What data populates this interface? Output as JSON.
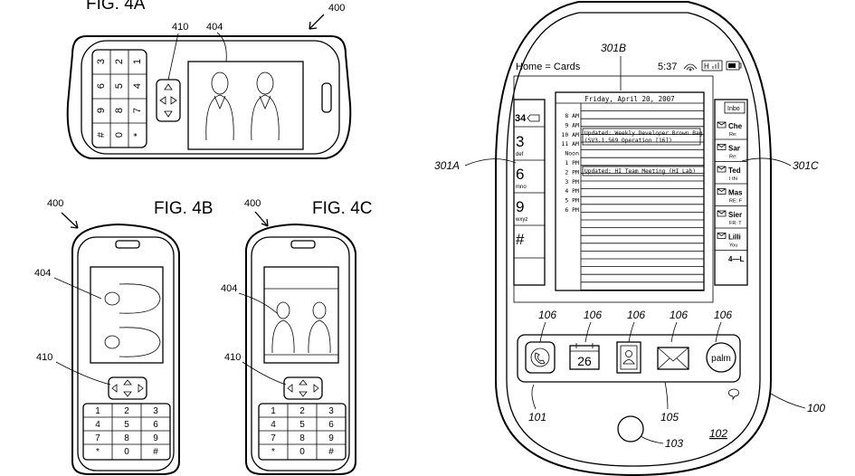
{
  "figures": {
    "fig4a": {
      "label": "FIG. 4A",
      "ref_device": "400",
      "ref_dpad": "410",
      "ref_screen": "404"
    },
    "fig4b": {
      "label": "FIG. 4B",
      "ref_device": "400",
      "ref_screen": "404",
      "ref_dpad": "410"
    },
    "fig4c": {
      "label": "FIG. 4C",
      "ref_device": "400",
      "ref_screen": "404",
      "ref_dpad": "410"
    }
  },
  "keypad_rotated": [
    "1",
    "2",
    "3",
    "4",
    "5",
    "6",
    "7",
    "8",
    "9",
    "*",
    "0",
    "#"
  ],
  "keypad": [
    [
      "1",
      "2",
      "3"
    ],
    [
      "4",
      "5",
      "6"
    ],
    [
      "7",
      "8",
      "9"
    ],
    [
      "*",
      "0",
      "#"
    ]
  ],
  "phone": {
    "status_left": "Home = Cards",
    "status_time": "5:37",
    "refs": {
      "card_center": "301B",
      "card_left": "301A",
      "card_right": "301C",
      "dock_icons": [
        "106",
        "106",
        "106",
        "106",
        "106"
      ],
      "dock": "101",
      "dock_right": "105",
      "home_button": "103",
      "screen": "102",
      "device": "100"
    },
    "calendar": {
      "date": "Friday, April 20, 2007",
      "times": [
        "8 AM",
        "9 AM",
        "10 AM",
        "11 AM",
        "Noon",
        "1 PM",
        "2 PM",
        "3 PM",
        "4 PM",
        "5 PM",
        "6 PM"
      ],
      "events": [
        {
          "line1": "Updated: Weekly Developer Brown Bag",
          "line2": "(SV3.1.569 Operation [16])"
        },
        {
          "line1": "Updated: HI Team Meeting (HI Lab)"
        }
      ]
    },
    "left_card": {
      "header": "34",
      "keys": [
        {
          "digit": "3",
          "letters": "def"
        },
        {
          "digit": "6",
          "letters": "mno"
        },
        {
          "digit": "9",
          "letters": "wxyz"
        },
        {
          "digit": "#",
          "letters": ""
        }
      ]
    },
    "right_card": {
      "header": "Inbo",
      "items": [
        {
          "name": "Che",
          "sub": "Re:"
        },
        {
          "name": "Sar",
          "sub": "Re:"
        },
        {
          "name": "Ted",
          "sub": "I thi"
        },
        {
          "name": "Mas",
          "sub": "RE: F"
        },
        {
          "name": "Sier",
          "sub": "FR: T"
        },
        {
          "name": "Lilli",
          "sub": "You"
        },
        {
          "name": "4—L",
          "sub": ""
        }
      ]
    },
    "dock_calendar_day": "26",
    "dock_palm_label": "palm"
  }
}
